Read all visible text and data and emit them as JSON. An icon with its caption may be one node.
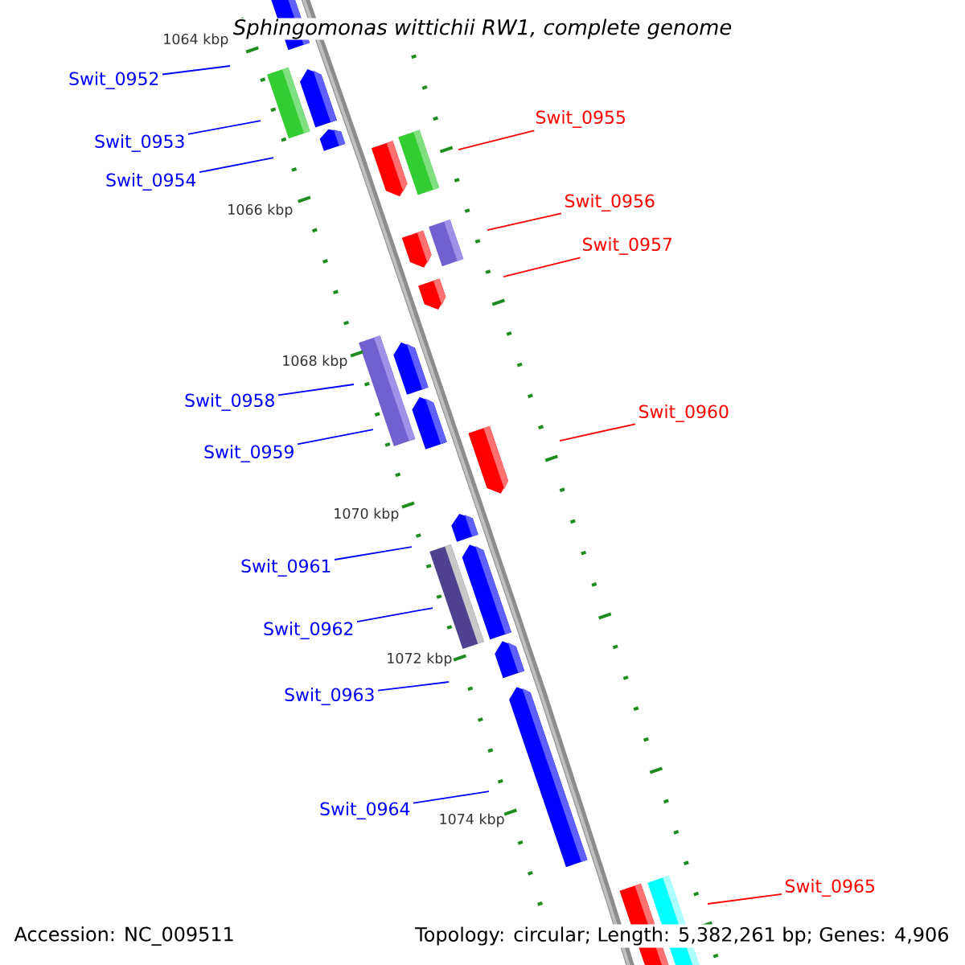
{
  "diagram": {
    "title": "Sphingomonas wittichii RW1, complete genome",
    "nodes": [
      {
        "text": [
          "Swit_0952"
        ]
      },
      {
        "text": [
          "Swit_0955"
        ]
      },
      {
        "text": [
          "Swit_0953"
        ]
      },
      {
        "text": [
          "Swit_0954"
        ]
      },
      {
        "text": [
          "Swit_0956"
        ]
      },
      {
        "text": [
          "Swit_0957"
        ]
      },
      {
        "text": [
          "Swit_0958"
        ]
      },
      {
        "text": [
          "Swit_0960"
        ]
      },
      {
        "text": [
          "Swit_0959"
        ]
      },
      {
        "text": [
          "Swit_0961"
        ]
      },
      {
        "text": [
          "Swit_0962"
        ]
      },
      {
        "text": [
          "Swit_0963"
        ]
      },
      {
        "text": [
          "Swit_0964"
        ]
      },
      {
        "text": [
          "Swit_0965"
        ]
      }
    ],
    "edges": [
      {
        "from": 0,
        "to": null,
        "arrow": "none"
      },
      {
        "from": 1,
        "to": null,
        "arrow": "none",
        "color": "#ff0000"
      },
      {
        "from": 2,
        "to": null,
        "arrow": "none"
      },
      {
        "from": 3,
        "to": null,
        "arrow": "none"
      },
      {
        "from": 4,
        "to": null,
        "arrow": "none",
        "color": "#ff0000"
      },
      {
        "from": 5,
        "to": null,
        "arrow": "none",
        "color": "#ff0000"
      },
      {
        "from": 6,
        "to": null,
        "arrow": "none"
      },
      {
        "from": 7,
        "to": null,
        "arrow": "none",
        "color": "#ff0000"
      },
      {
        "from": 8,
        "to": null,
        "arrow": "none"
      },
      {
        "from": 9,
        "to": null,
        "arrow": "none"
      },
      {
        "from": 10,
        "to": null,
        "arrow": "none"
      },
      {
        "from": 11,
        "to": null,
        "arrow": "none"
      },
      {
        "from": 12,
        "to": null,
        "arrow": "none"
      },
      {
        "from": 13,
        "to": null,
        "arrow": "none",
        "color": "#ff0000"
      }
    ],
    "labels": [
      "1064 kbp",
      "1066 kbp",
      "1068 kbp",
      "1070 kbp",
      "1072 kbp",
      "1074 kbp",
      "Accession: NC_009511",
      "Topology: circular; Length: 5,382,261 bp; Genes: 4,906"
    ]
  }
}
